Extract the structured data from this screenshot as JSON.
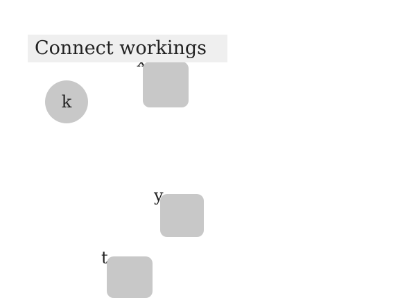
{
  "title": "Connect workings",
  "nodes": [
    {
      "id": "k",
      "label": "k",
      "shape": "circle"
    },
    {
      "id": "x",
      "label": "x",
      "shape": "tile"
    },
    {
      "id": "y",
      "label": "y",
      "shape": "tile"
    },
    {
      "id": "t",
      "label": "t",
      "shape": "tile"
    }
  ],
  "colors": {
    "background": "#ffffff",
    "title_bar": "#efefef",
    "node_fill": "#c8c8c8",
    "text": "#222222"
  }
}
